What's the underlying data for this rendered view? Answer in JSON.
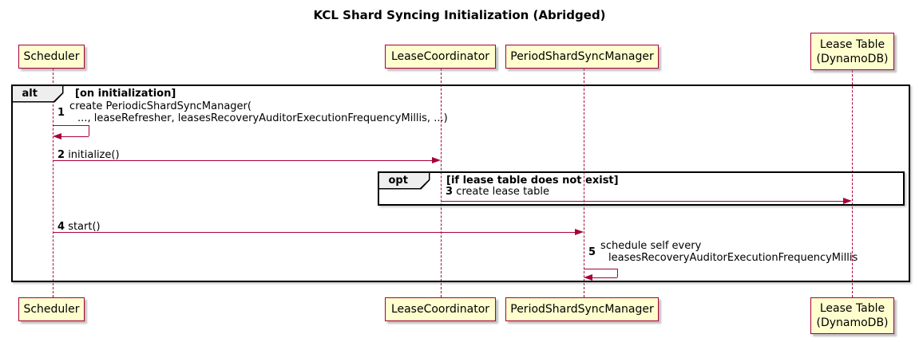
{
  "title": "KCL Shard Syncing Initialization (Abridged)",
  "colors": {
    "participant_fill": "#FEFECE",
    "participant_border": "#A80036",
    "arrow": "#A80036",
    "lifeline": "#A80036",
    "frame_border": "#000000",
    "frame_label_bg": "#EEEEEE"
  },
  "participants": [
    {
      "id": "scheduler",
      "lines": [
        "Scheduler"
      ]
    },
    {
      "id": "lease-coordinator",
      "lines": [
        "LeaseCoordinator"
      ]
    },
    {
      "id": "period-shard-sync-manager",
      "lines": [
        "PeriodShardSyncManager"
      ]
    },
    {
      "id": "lease-table",
      "lines": [
        "Lease Table",
        "(DynamoDB)"
      ]
    }
  ],
  "frames": {
    "alt": {
      "operator": "alt",
      "guard": "[on initialization]"
    },
    "opt": {
      "operator": "opt",
      "guard": "[if lease table does not exist]"
    }
  },
  "messages": [
    {
      "num": "1",
      "type": "self",
      "from": "Scheduler",
      "to": "Scheduler",
      "text_lines": [
        "create PeriodicShardSyncManager(",
        "..., leaseRefresher, leasesRecoveryAuditorExecutionFrequencyMillis, ...)"
      ]
    },
    {
      "num": "2",
      "type": "solid",
      "from": "Scheduler",
      "to": "LeaseCoordinator",
      "text": "initialize()"
    },
    {
      "num": "3",
      "type": "solid",
      "from": "LeaseCoordinator",
      "to": "Lease Table (DynamoDB)",
      "text": "create lease table"
    },
    {
      "num": "4",
      "type": "solid",
      "from": "Scheduler",
      "to": "PeriodShardSyncManager",
      "text": "start()"
    },
    {
      "num": "5",
      "type": "self",
      "from": "PeriodShardSyncManager",
      "to": "PeriodShardSyncManager",
      "text_lines": [
        "schedule self every",
        "leasesRecoveryAuditorExecutionFrequencyMillis"
      ]
    }
  ]
}
